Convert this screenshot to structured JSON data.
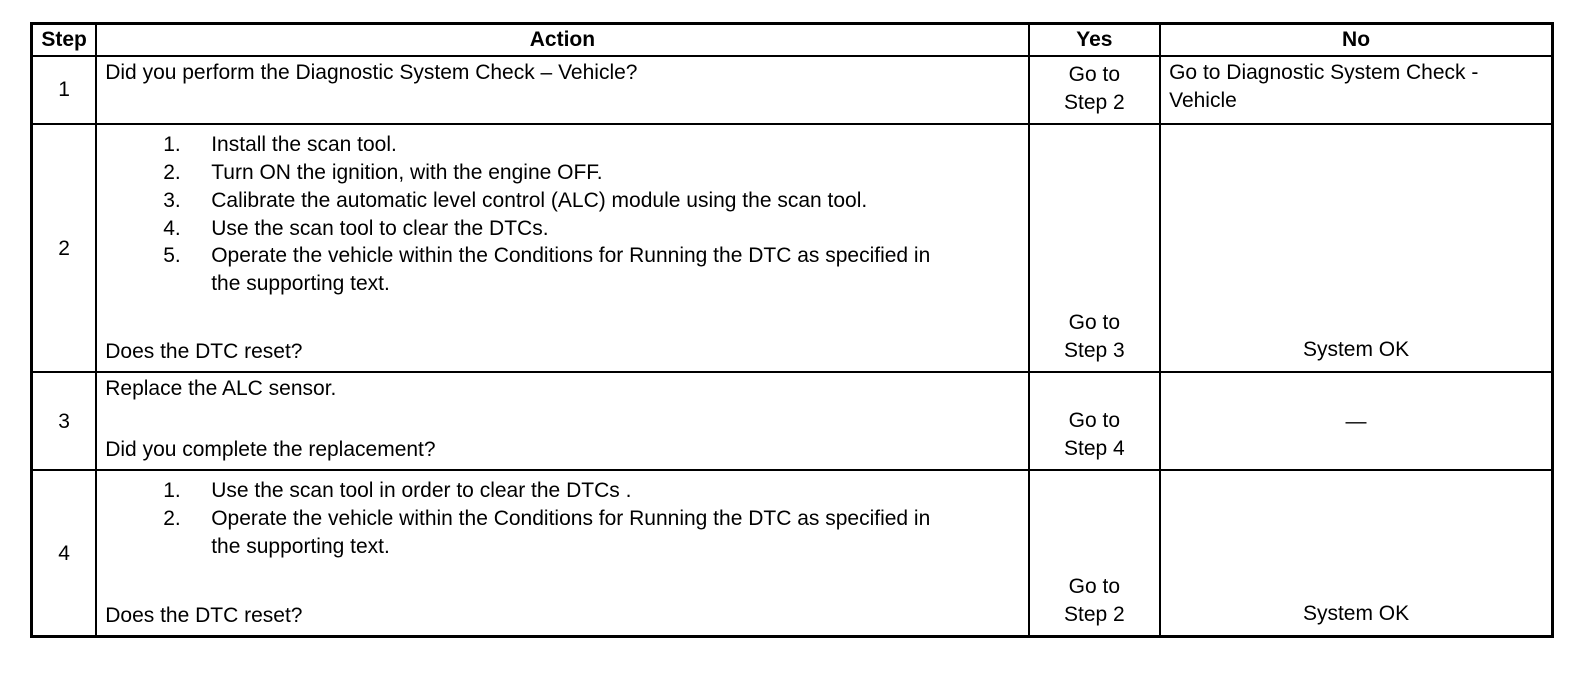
{
  "table": {
    "headers": {
      "step": "Step",
      "action": "Action",
      "yes": "Yes",
      "no": "No"
    },
    "rows": [
      {
        "step": "1",
        "intro": "Did you perform the Diagnostic System Check – Vehicle?",
        "question": "",
        "list": [],
        "yes": "Go to\nStep 2",
        "no": "Go to Diagnostic System Check - Vehicle"
      },
      {
        "step": "2",
        "intro": "",
        "list": [
          {
            "num": "1.",
            "text": "Install the scan tool."
          },
          {
            "num": "2.",
            "text": "Turn ON the ignition, with the engine OFF."
          },
          {
            "num": "3.",
            "text": "Calibrate the automatic level control (ALC) module using the scan tool."
          },
          {
            "num": "4.",
            "text": "Use the scan tool to clear the DTCs."
          },
          {
            "num": "5.",
            "text": "Operate the vehicle within the Conditions for Running the DTC as specified in the supporting text."
          }
        ],
        "question": "Does the DTC reset?",
        "yes": "Go to\nStep 3",
        "no": "System OK"
      },
      {
        "step": "3",
        "intro": "Replace the ALC sensor.",
        "list": [],
        "question": "Did you complete the replacement?",
        "yes": "Go to\nStep 4",
        "no": "—"
      },
      {
        "step": "4",
        "intro": "",
        "list": [
          {
            "num": "1.",
            "text": "Use the scan tool in order to clear the DTCs ."
          },
          {
            "num": "2.",
            "text": "Operate the vehicle within the Conditions for Running the DTC as specified in the supporting text."
          }
        ],
        "question": "Does the DTC reset?",
        "yes": "Go to\nStep 2",
        "no": "System OK"
      }
    ]
  }
}
